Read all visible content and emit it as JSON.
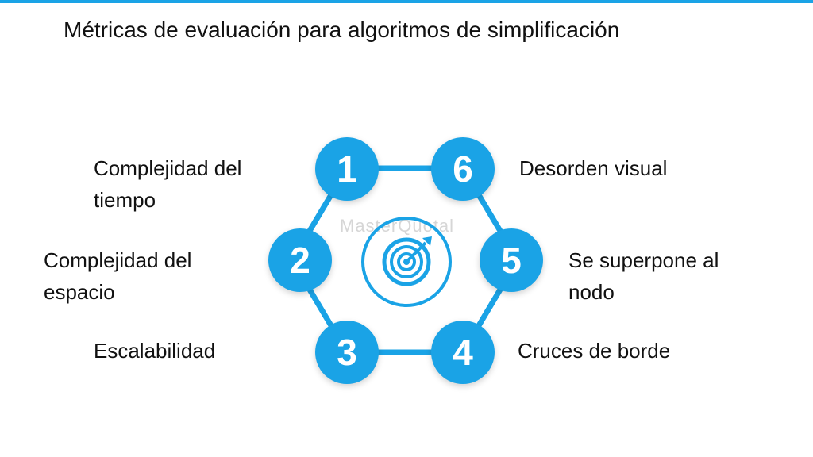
{
  "title": "Métricas de evaluación para algoritmos de simplificación",
  "watermark": "MasterQuotal",
  "colors": {
    "accent": "#1aa3e6",
    "top_bar": "#1aa3e6",
    "ring": "#1aa3e6",
    "text": "#111111"
  },
  "center_icon": "target-icon",
  "metrics": [
    {
      "number": "1",
      "line1": "Complejidad del",
      "line2": "tiempo"
    },
    {
      "number": "2",
      "line1": "Complejidad del",
      "line2": "espacio"
    },
    {
      "number": "3",
      "line1": "Escalabilidad",
      "line2": ""
    },
    {
      "number": "4",
      "line1": "Cruces de borde",
      "line2": ""
    },
    {
      "number": "5",
      "line1": "Se superpone al",
      "line2": "nodo"
    },
    {
      "number": "6",
      "line1": "Desorden visual",
      "line2": ""
    }
  ]
}
